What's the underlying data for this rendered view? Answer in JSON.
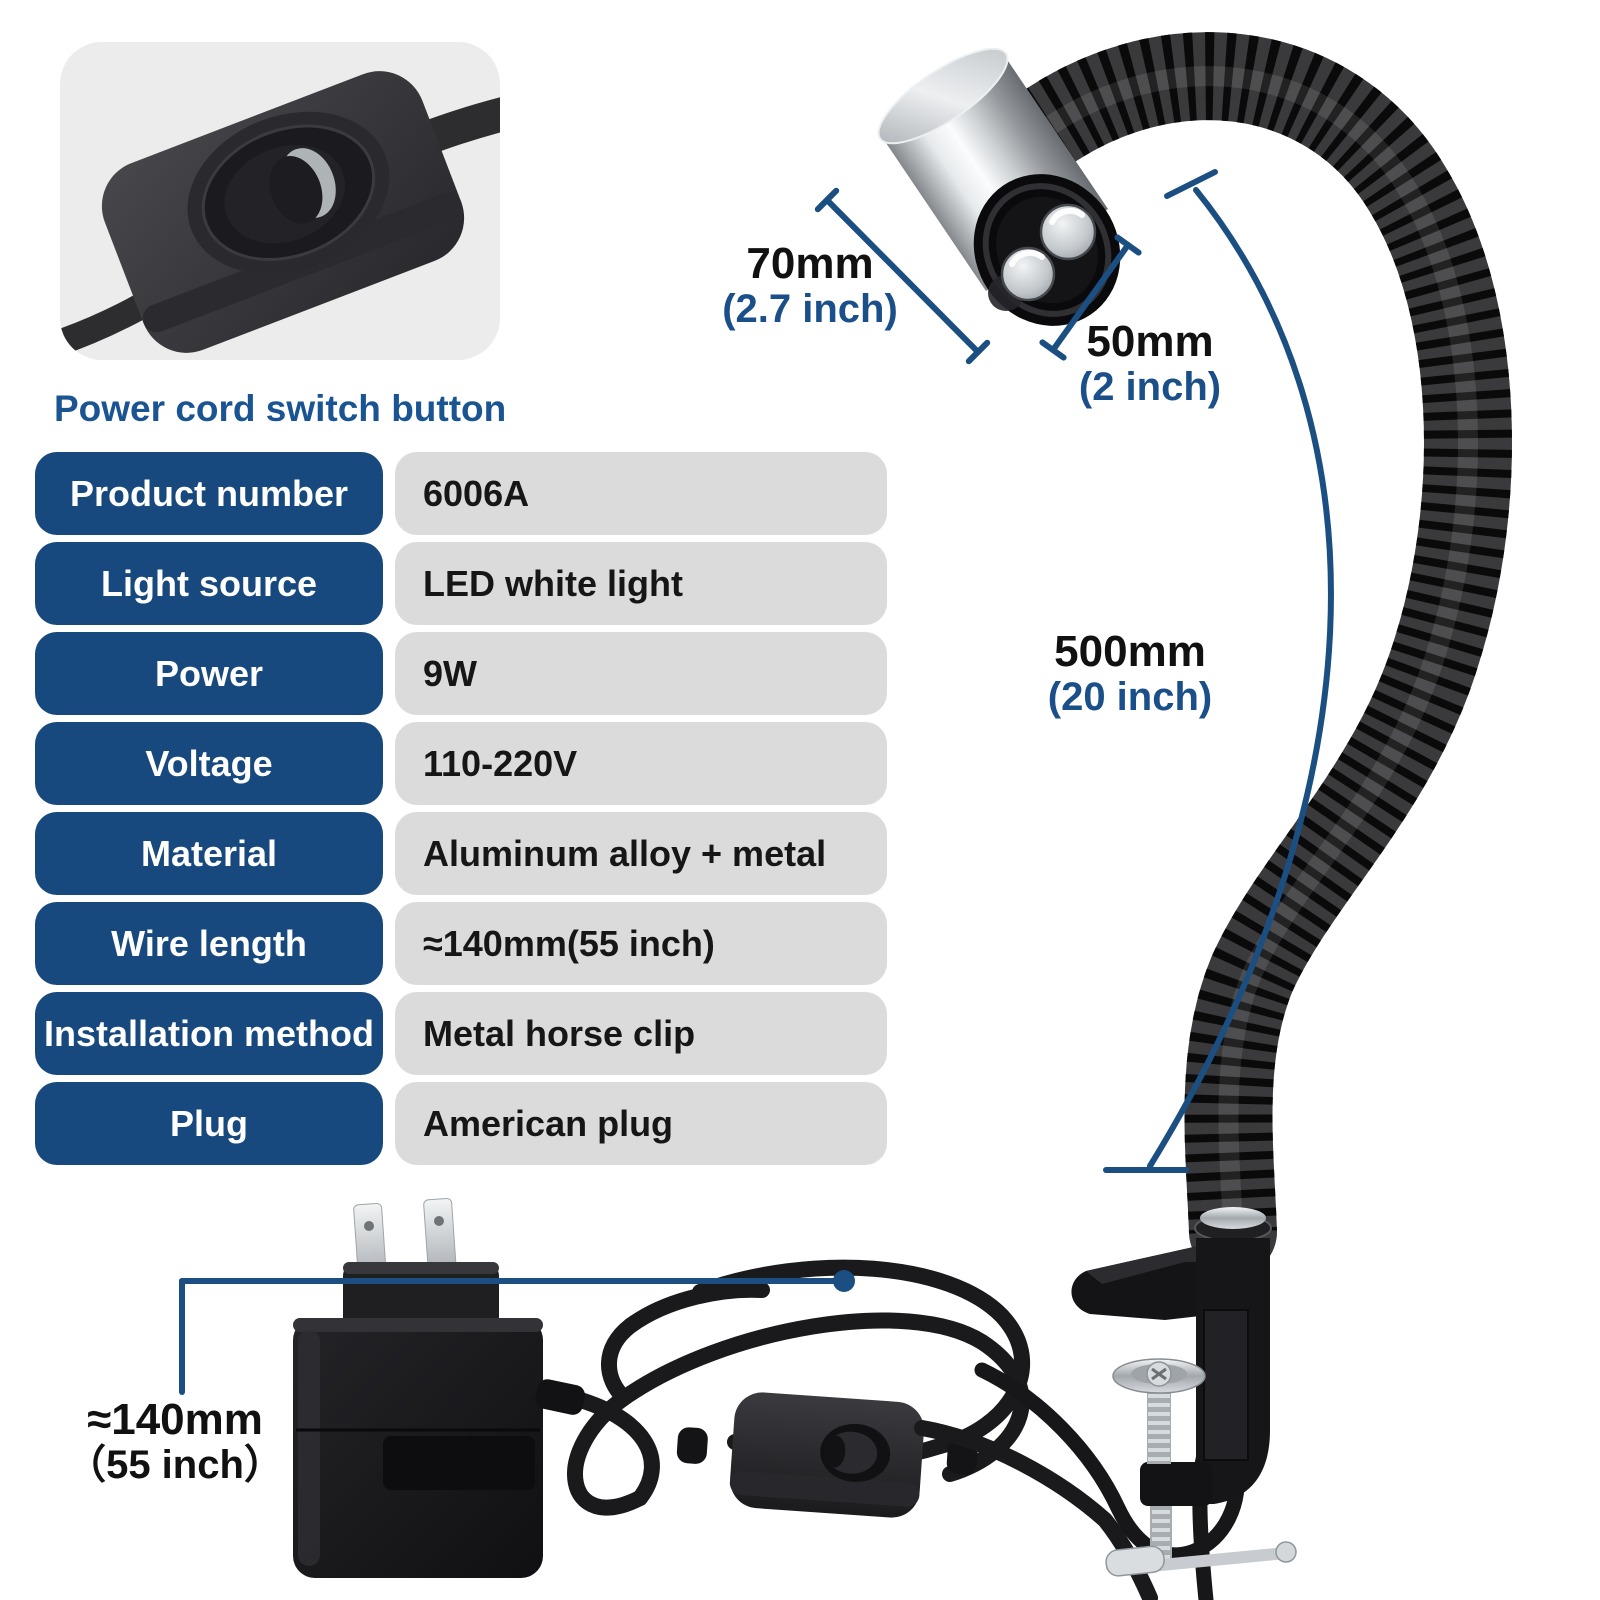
{
  "inset": {
    "caption": "Power cord switch button"
  },
  "spec_table": {
    "rows": [
      {
        "label": "Product number",
        "value": "6006A"
      },
      {
        "label": "Light source",
        "value": "LED white light"
      },
      {
        "label": "Power",
        "value": "9W"
      },
      {
        "label": "Voltage",
        "value": "110-220V"
      },
      {
        "label": "Material",
        "value": "Aluminum alloy + metal"
      },
      {
        "label": "Wire length",
        "value": "≈140mm(55 inch)"
      },
      {
        "label": "Installation method",
        "value": "Metal horse clip"
      },
      {
        "label": "Plug",
        "value": "American plug"
      }
    ]
  },
  "dimensions": {
    "head_length": {
      "mm": "70mm",
      "inch": "(2.7 inch)"
    },
    "head_diameter": {
      "mm": "50mm",
      "inch": "(2 inch)"
    },
    "gooseneck_length": {
      "mm": "500mm",
      "inch": "(20 inch)"
    },
    "cord_length": {
      "mm": "≈140mm",
      "inch": "（55 inch）"
    }
  },
  "colors": {
    "heading_blue": "#1A5492",
    "table_label_bg": "#17497E",
    "table_label_text": "#FFFFFF",
    "table_value_bg": "#DBDBDB",
    "table_value_text": "#161616",
    "dimension_line_blue": "#1B4F82",
    "dimension_mm_text": "#111111",
    "dimension_inch_text": "#1A4F8A",
    "background": "#FFFFFF"
  }
}
